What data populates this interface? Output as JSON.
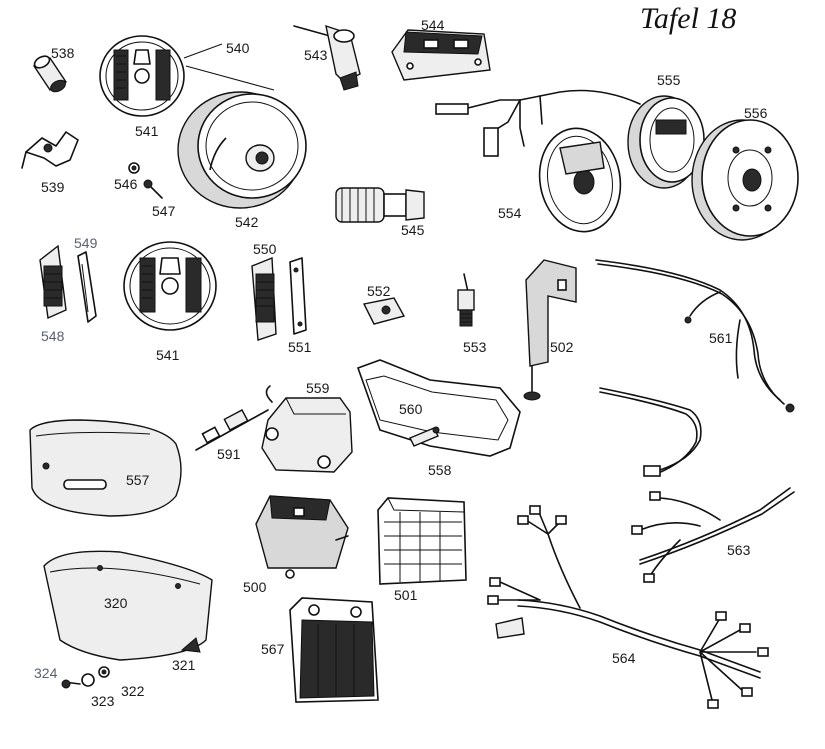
{
  "page": {
    "title": "Tafel 18"
  },
  "parts": [
    {
      "id": "538",
      "label": "538"
    },
    {
      "id": "539",
      "label": "539"
    },
    {
      "id": "540",
      "label": "540"
    },
    {
      "id": "541a",
      "label": "541"
    },
    {
      "id": "542",
      "label": "542"
    },
    {
      "id": "543",
      "label": "543"
    },
    {
      "id": "544",
      "label": "544"
    },
    {
      "id": "545",
      "label": "545"
    },
    {
      "id": "546",
      "label": "546"
    },
    {
      "id": "547",
      "label": "547"
    },
    {
      "id": "548",
      "label": "548"
    },
    {
      "id": "549",
      "label": "549"
    },
    {
      "id": "541b",
      "label": "541"
    },
    {
      "id": "550",
      "label": "550"
    },
    {
      "id": "551",
      "label": "551"
    },
    {
      "id": "552",
      "label": "552"
    },
    {
      "id": "553",
      "label": "553"
    },
    {
      "id": "502",
      "label": "502"
    },
    {
      "id": "554",
      "label": "554"
    },
    {
      "id": "555",
      "label": "555"
    },
    {
      "id": "556",
      "label": "556"
    },
    {
      "id": "561",
      "label": "561"
    },
    {
      "id": "559",
      "label": "559"
    },
    {
      "id": "560",
      "label": "560"
    },
    {
      "id": "558",
      "label": "558"
    },
    {
      "id": "591",
      "label": "591"
    },
    {
      "id": "557",
      "label": "557"
    },
    {
      "id": "500",
      "label": "500"
    },
    {
      "id": "501",
      "label": "501"
    },
    {
      "id": "563",
      "label": "563"
    },
    {
      "id": "320",
      "label": "320"
    },
    {
      "id": "321",
      "label": "321"
    },
    {
      "id": "322",
      "label": "322"
    },
    {
      "id": "323",
      "label": "323"
    },
    {
      "id": "324",
      "label": "324"
    },
    {
      "id": "567",
      "label": "567"
    },
    {
      "id": "564",
      "label": "564"
    }
  ]
}
